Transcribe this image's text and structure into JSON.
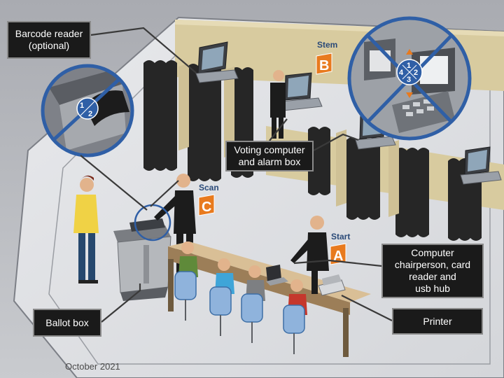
{
  "labels": {
    "barcode_reader": "Barcode reader\n(optional)",
    "voting_computer": "Voting computer\nand alarm box",
    "computer_chairperson": "Computer\nchairperson, card\nreader and\nusb hub",
    "ballot_box": "Ballot box",
    "printer": "Printer"
  },
  "stations": {
    "stem": {
      "name": "Stem",
      "letter": "B"
    },
    "scan": {
      "name": "Scan",
      "letter": "C"
    },
    "start": {
      "name": "Start",
      "letter": "A"
    }
  },
  "callout_steps": {
    "barcode": [
      "1",
      "2"
    ],
    "voting": [
      "1",
      "2",
      "3",
      "4"
    ]
  },
  "date": "October 2021",
  "colors": {
    "badge": "#e87a1e",
    "label_bg": "#1a1a1a",
    "booth_wall": "#d9cca3",
    "curtain": "#2b2b2b",
    "desk": "#b99c74",
    "circle_ring": "#2f5fa6"
  }
}
